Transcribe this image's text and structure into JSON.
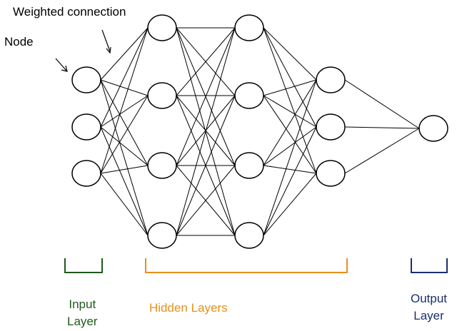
{
  "annotations": {
    "weighted_connection": "Weighted connection",
    "node": "Node"
  },
  "labels": {
    "input_line1": "Input",
    "input_line2": "Layer",
    "hidden": "Hidden Layers",
    "output_line1": "Output",
    "output_line2": "Layer"
  },
  "network": {
    "layer_sizes": [
      3,
      4,
      4,
      3,
      1
    ],
    "connectivity": "fully-connected"
  },
  "colors": {
    "input_label": "#1f5a1a",
    "hidden_label": "#e8901a",
    "output_label": "#1a2f6b",
    "lines": "#000000"
  }
}
